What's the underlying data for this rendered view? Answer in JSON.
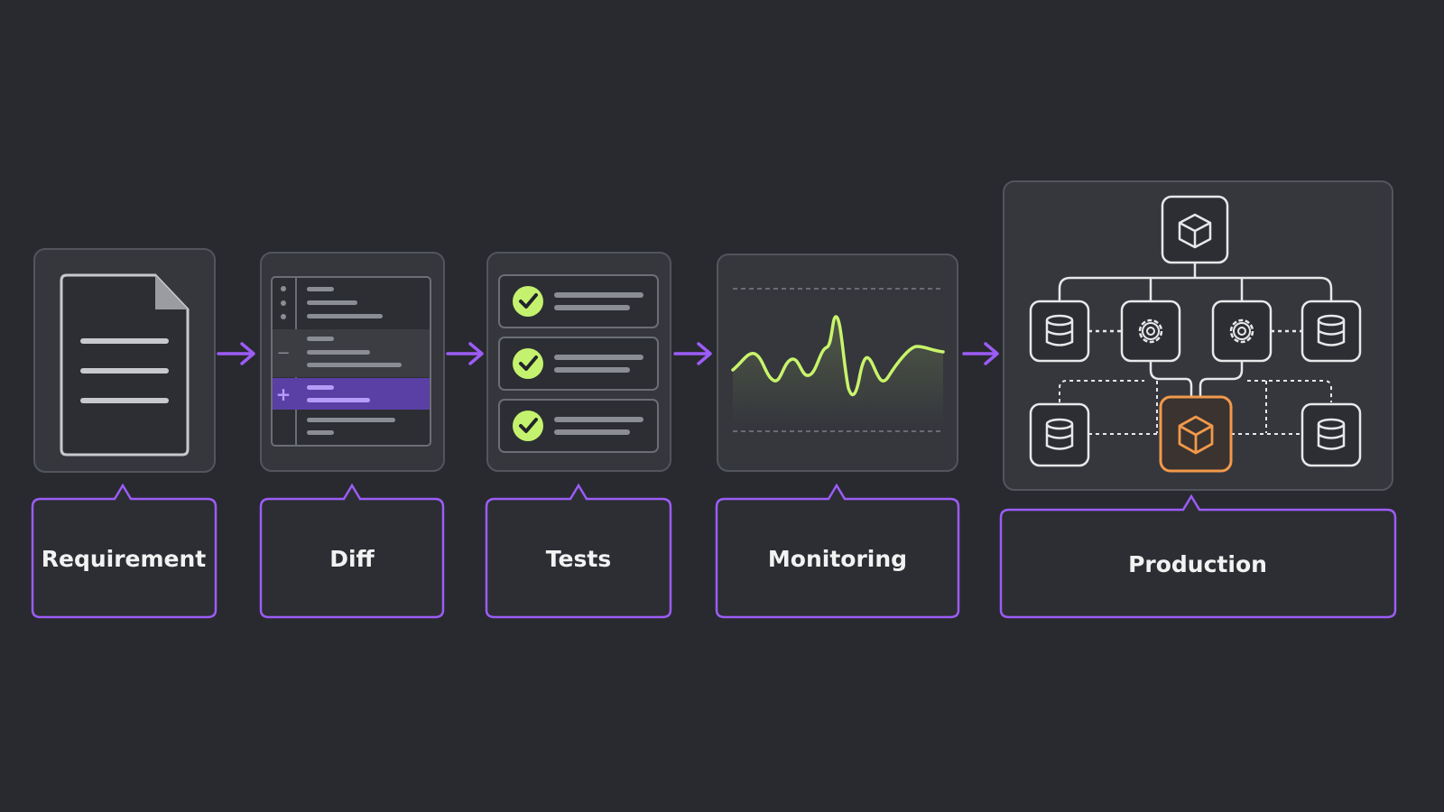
{
  "colors": {
    "background": "#282a2f",
    "card_fill": "#35373d",
    "card_stroke": "#51545b",
    "accent_purple": "#9c5cf6",
    "check_green": "#c5f26e",
    "wave_green": "#c9f46b",
    "highlight_orange": "#f2994a",
    "line_gray": "#c8c9cc"
  },
  "steps": [
    {
      "id": "requirement",
      "label": "Requirement",
      "icon": "document-icon"
    },
    {
      "id": "diff",
      "label": "Diff",
      "icon": "code-diff-icon"
    },
    {
      "id": "tests",
      "label": "Tests",
      "icon": "checklist-icon"
    },
    {
      "id": "monitoring",
      "label": "Monitoring",
      "icon": "waveform-icon"
    },
    {
      "id": "production",
      "label": "Production",
      "icon": "service-architecture-icon"
    }
  ],
  "connectors": [
    "arrow-right-icon",
    "arrow-right-icon",
    "arrow-right-icon",
    "arrow-right-icon"
  ],
  "production_nodes": [
    "cube-icon",
    "database-icon",
    "gear-icon",
    "gear-icon",
    "database-icon",
    "database-icon",
    "cube-icon",
    "database-icon"
  ],
  "diff_markers": {
    "removed": "−",
    "added": "+"
  }
}
